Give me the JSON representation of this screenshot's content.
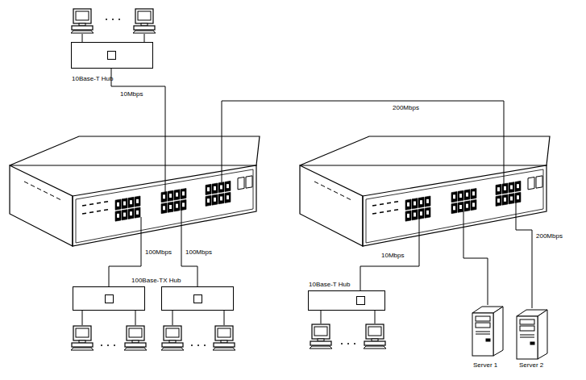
{
  "diagram": {
    "nodes": [
      {
        "text": [
          "10Base-T Hub"
        ]
      },
      {
        "text": []
      },
      {
        "text": []
      },
      {
        "text": [
          "100Base-TX Hub"
        ]
      },
      {
        "text": []
      },
      {
        "text": [
          "10Base-T Hub"
        ]
      },
      {
        "text": [
          "Server 1"
        ]
      },
      {
        "text": [
          "Server 2"
        ]
      }
    ],
    "edges": [
      {
        "from": 0,
        "to": 1,
        "arrow": "none",
        "label": "10Mbps"
      },
      {
        "from": 1,
        "to": 2,
        "arrow": "none",
        "label": "200Mbps"
      },
      {
        "from": 1,
        "to": 3,
        "arrow": "none",
        "label": "100Mbps"
      },
      {
        "from": 1,
        "to": 4,
        "arrow": "none",
        "label": "100Mbps"
      },
      {
        "from": 2,
        "to": 5,
        "arrow": "none",
        "label": "10Mbps"
      },
      {
        "from": 2,
        "to": 6,
        "arrow": "none"
      },
      {
        "from": 2,
        "to": 7,
        "arrow": "none",
        "label": "200Mbps"
      }
    ]
  }
}
